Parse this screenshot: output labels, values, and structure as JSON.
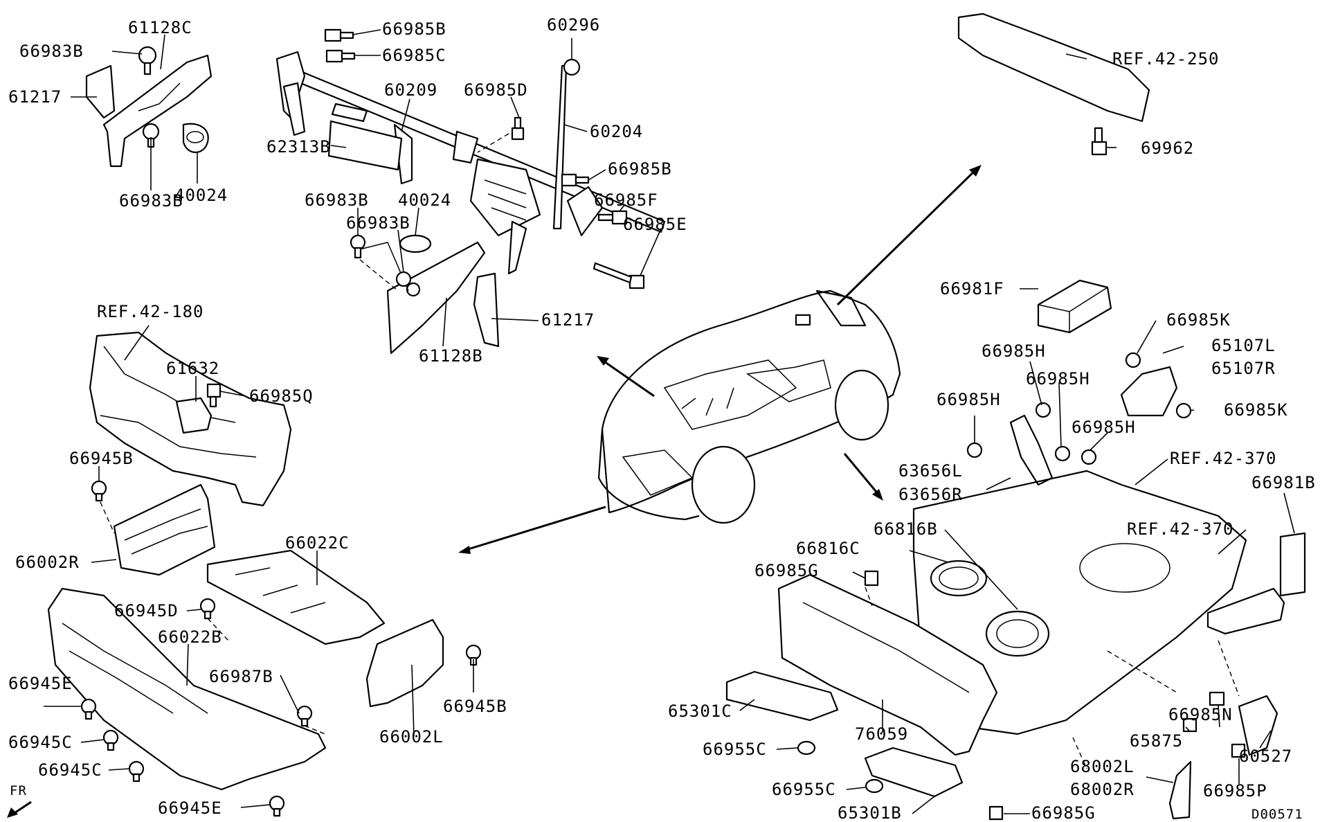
{
  "diagram": {
    "drawing_number": "D00571",
    "direction_label": "FR",
    "callouts": [
      {
        "id": "c1",
        "text": "66983B"
      },
      {
        "id": "c2",
        "text": "61128C"
      },
      {
        "id": "c3",
        "text": "61217"
      },
      {
        "id": "c4",
        "text": "66983B"
      },
      {
        "id": "c5",
        "text": "40024"
      },
      {
        "id": "c6",
        "text": "66985B"
      },
      {
        "id": "c7",
        "text": "66985C"
      },
      {
        "id": "c8",
        "text": "60296"
      },
      {
        "id": "c9",
        "text": "60209"
      },
      {
        "id": "c10",
        "text": "66985D"
      },
      {
        "id": "c11",
        "text": "60204"
      },
      {
        "id": "c12",
        "text": "62313B"
      },
      {
        "id": "c13",
        "text": "66985B"
      },
      {
        "id": "c14",
        "text": "66983B"
      },
      {
        "id": "c15",
        "text": "40024"
      },
      {
        "id": "c16",
        "text": "66985F"
      },
      {
        "id": "c17",
        "text": "66983B"
      },
      {
        "id": "c18",
        "text": "66985E"
      },
      {
        "id": "c19",
        "text": "61217"
      },
      {
        "id": "c20",
        "text": "61128B"
      },
      {
        "id": "c21",
        "text": "REF.42-250"
      },
      {
        "id": "c22",
        "text": "69962"
      },
      {
        "id": "c23",
        "text": "REF.42-180"
      },
      {
        "id": "c24",
        "text": "61632"
      },
      {
        "id": "c25",
        "text": "66985Q"
      },
      {
        "id": "c26",
        "text": "66945B"
      },
      {
        "id": "c27",
        "text": "66002R"
      },
      {
        "id": "c28",
        "text": "66022C"
      },
      {
        "id": "c29",
        "text": "66945D"
      },
      {
        "id": "c30",
        "text": "66022B"
      },
      {
        "id": "c31",
        "text": "66987B"
      },
      {
        "id": "c32",
        "text": "66945E"
      },
      {
        "id": "c33",
        "text": "66945B"
      },
      {
        "id": "c34",
        "text": "66945C"
      },
      {
        "id": "c35",
        "text": "66945C"
      },
      {
        "id": "c36",
        "text": "66002L"
      },
      {
        "id": "c37",
        "text": "66945E"
      },
      {
        "id": "c38",
        "text": "66981F"
      },
      {
        "id": "c39",
        "text": "66985K"
      },
      {
        "id": "c40",
        "text": "65107L"
      },
      {
        "id": "c41",
        "text": "65107R"
      },
      {
        "id": "c42",
        "text": "66985H"
      },
      {
        "id": "c43",
        "text": "66985H"
      },
      {
        "id": "c44",
        "text": "66985K"
      },
      {
        "id": "c45",
        "text": "66985H"
      },
      {
        "id": "c46",
        "text": "66985H"
      },
      {
        "id": "c47",
        "text": "63656L"
      },
      {
        "id": "c48",
        "text": "63656R"
      },
      {
        "id": "c49",
        "text": "REF.42-370"
      },
      {
        "id": "c50",
        "text": "66981B"
      },
      {
        "id": "c51",
        "text": "66816B"
      },
      {
        "id": "c52",
        "text": "REF.42-370"
      },
      {
        "id": "c53",
        "text": "66816C"
      },
      {
        "id": "c54",
        "text": "66985G"
      },
      {
        "id": "c55",
        "text": "65301C"
      },
      {
        "id": "c56",
        "text": "76059"
      },
      {
        "id": "c57",
        "text": "66985N"
      },
      {
        "id": "c58",
        "text": "65875"
      },
      {
        "id": "c59",
        "text": "60527"
      },
      {
        "id": "c60",
        "text": "66955C"
      },
      {
        "id": "c61",
        "text": "68002L"
      },
      {
        "id": "c62",
        "text": "68002R"
      },
      {
        "id": "c63",
        "text": "66985P"
      },
      {
        "id": "c64",
        "text": "66955C"
      },
      {
        "id": "c65",
        "text": "65301B"
      },
      {
        "id": "c66",
        "text": "66985G"
      }
    ]
  }
}
